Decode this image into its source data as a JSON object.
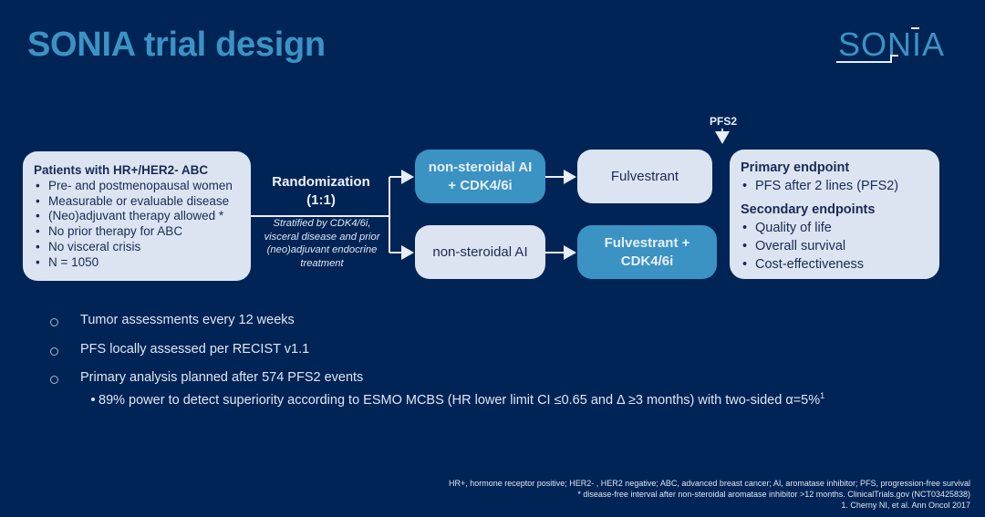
{
  "slide": {
    "title": "SONIA trial design",
    "logo_text": "SONIA"
  },
  "colors": {
    "background": "#012456",
    "title": "#3b93c3",
    "light_box": "#dce4f2",
    "teal_box": "#3b93c3",
    "dark_text": "#1b2a55"
  },
  "patients": {
    "heading": "Patients with HR+/HER2- ABC",
    "criteria": [
      "Pre- and postmenopausal women",
      "Measurable or evaluable disease",
      "(Neo)adjuvant therapy allowed *",
      "No prior therapy for ABC",
      "No visceral crisis",
      "N = 1050"
    ]
  },
  "randomization": {
    "title_line1": "Randomization",
    "title_line2": "(1:1)",
    "stratification": [
      "Stratified by CDK4/6i,",
      "visceral disease and prior",
      "(neo)adjuvant endocrine",
      "treatment"
    ]
  },
  "arms": [
    {
      "first_line": [
        "non-steroidal AI",
        "+ CDK4/6i"
      ],
      "second_line": [
        "Fulvestrant"
      ]
    },
    {
      "first_line": [
        "non-steroidal AI"
      ],
      "second_line": [
        "Fulvestrant +",
        "CDK4/6i"
      ]
    }
  ],
  "pfs2_marker": "PFS2",
  "endpoints": {
    "primary_heading": "Primary endpoint",
    "primary": [
      "PFS after 2 lines (PFS2)"
    ],
    "secondary_heading": "Secondary endpoints",
    "secondary": [
      "Quality of life",
      "Overall survival",
      "Cost-effectiveness"
    ]
  },
  "notes": {
    "items": [
      "Tumor assessments every 12 weeks",
      "PFS locally assessed per RECIST v1.1",
      "Primary analysis planned after 574 PFS2 events"
    ],
    "sub_item": "89% power to detect superiority according to ESMO MCBS (HR lower limit CI ≤0.65 and Δ ≥3 months) with two-sided α=5%",
    "sub_item_superscript": "1"
  },
  "footnotes": [
    "HR+, hormone receptor positive; HER2- , HER2 negative; ABC, advanced breast cancer; AI, aromatase inhibitor; PFS, progression-free survival",
    "* disease-free interval after non-steroidal aromatase inhibitor >12 months. ClinicalTrials.gov (NCT03425838)",
    "1. Cherny NI, et al. Ann Oncol 2017"
  ]
}
